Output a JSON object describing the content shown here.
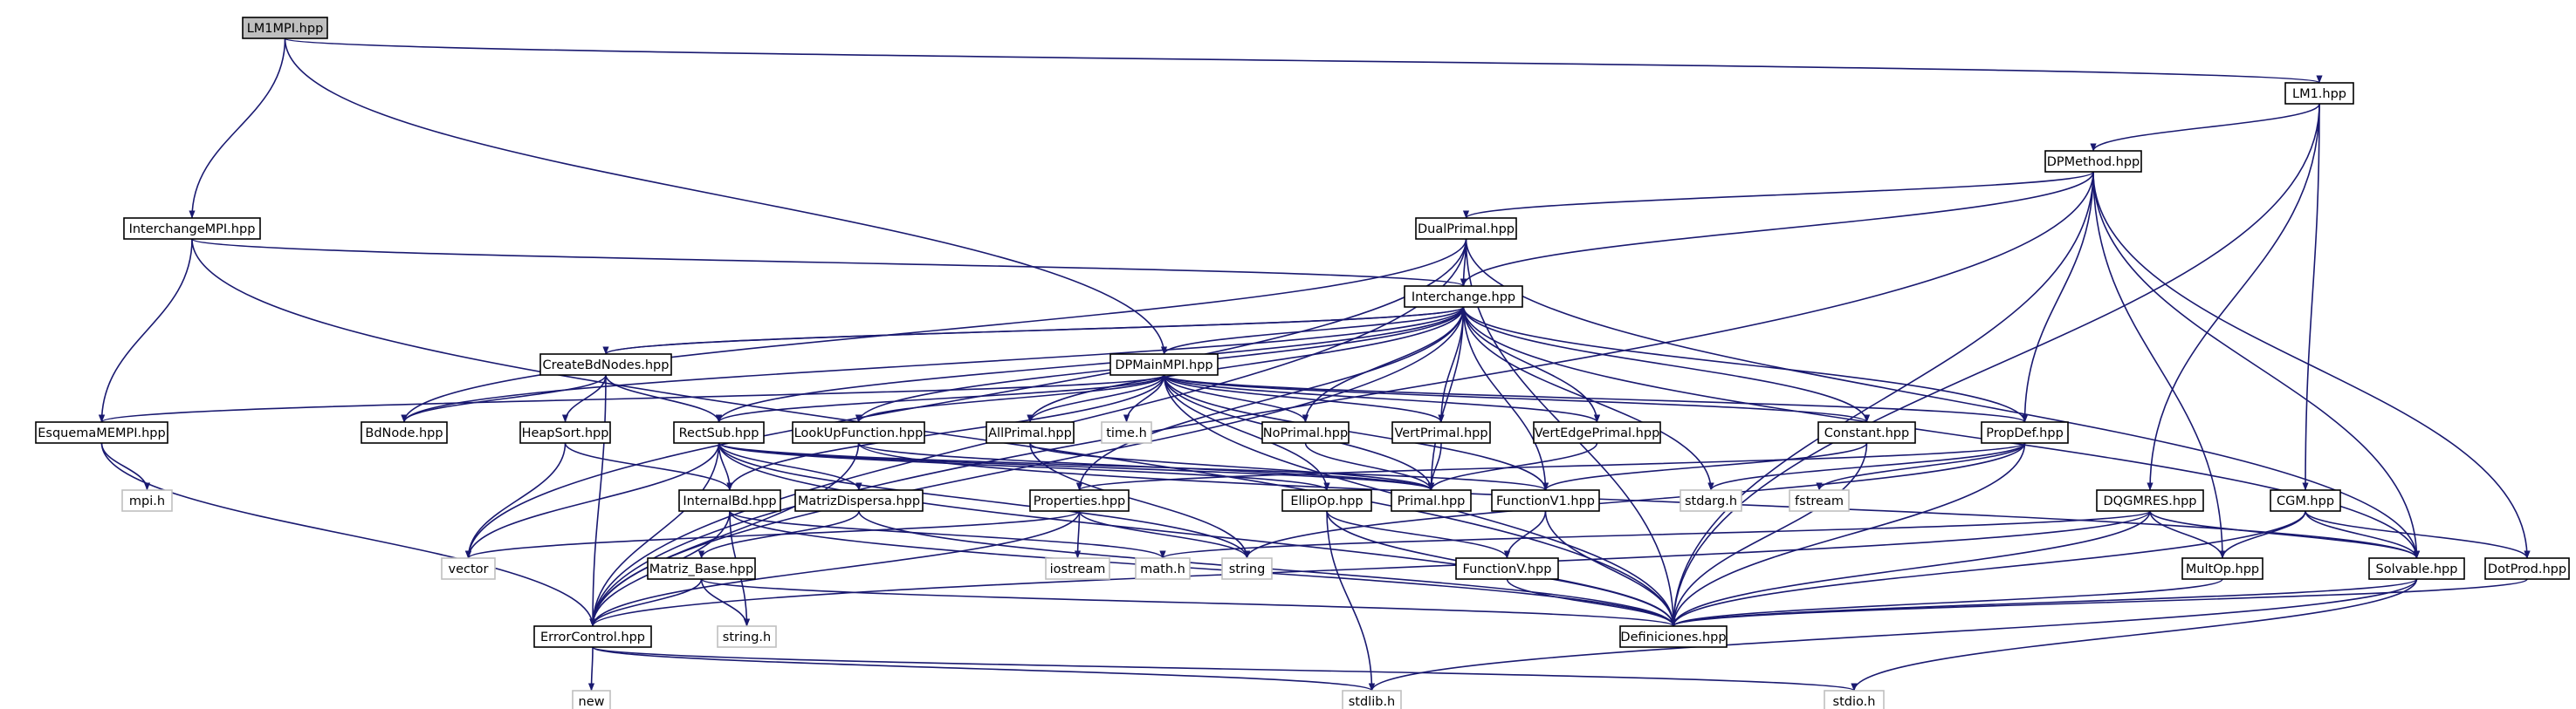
{
  "colors": {
    "edge": "#191970",
    "focus_fill": "#bfbfbf",
    "focus_stroke": "#000000",
    "node_fill": "#ffffff",
    "node_stroke": "#000000",
    "external_stroke": "#bfbfbf",
    "text": "#000000",
    "external_text": "#000000"
  },
  "nodes": [
    {
      "id": "LM1MPI",
      "label": "LM1MPI.hpp",
      "kind": "focus"
    },
    {
      "id": "LM1",
      "label": "LM1.hpp",
      "kind": "file"
    },
    {
      "id": "InterchangeMPI",
      "label": "InterchangeMPI.hpp",
      "kind": "file"
    },
    {
      "id": "DPMethod",
      "label": "DPMethod.hpp",
      "kind": "file"
    },
    {
      "id": "DualPrimal",
      "label": "DualPrimal.hpp",
      "kind": "file"
    },
    {
      "id": "Interchange",
      "label": "Interchange.hpp",
      "kind": "file"
    },
    {
      "id": "CreateBdNodes",
      "label": "CreateBdNodes.hpp",
      "kind": "file"
    },
    {
      "id": "DPMainMPI",
      "label": "DPMainMPI.hpp",
      "kind": "file"
    },
    {
      "id": "EsquemaMEMPI",
      "label": "EsquemaMEMPI.hpp",
      "kind": "file"
    },
    {
      "id": "BdNode",
      "label": "BdNode.hpp",
      "kind": "file"
    },
    {
      "id": "HeapSort",
      "label": "HeapSort.hpp",
      "kind": "file"
    },
    {
      "id": "RectSub",
      "label": "RectSub.hpp",
      "kind": "file"
    },
    {
      "id": "LookUpFunction",
      "label": "LookUpFunction.hpp",
      "kind": "file"
    },
    {
      "id": "AllPrimal",
      "label": "AllPrimal.hpp",
      "kind": "file"
    },
    {
      "id": "timeh",
      "label": "time.h",
      "kind": "external"
    },
    {
      "id": "NoPrimal",
      "label": "NoPrimal.hpp",
      "kind": "file"
    },
    {
      "id": "VertPrimal",
      "label": "VertPrimal.hpp",
      "kind": "file"
    },
    {
      "id": "VertEdgePrimal",
      "label": "VertEdgePrimal.hpp",
      "kind": "file"
    },
    {
      "id": "Constant",
      "label": "Constant.hpp",
      "kind": "file"
    },
    {
      "id": "PropDef",
      "label": "PropDef.hpp",
      "kind": "file"
    },
    {
      "id": "mpih",
      "label": "mpi.h",
      "kind": "external"
    },
    {
      "id": "InternalBd",
      "label": "InternalBd.hpp",
      "kind": "file"
    },
    {
      "id": "MatrizDispersa",
      "label": "MatrizDispersa.hpp",
      "kind": "file"
    },
    {
      "id": "Properties",
      "label": "Properties.hpp",
      "kind": "file"
    },
    {
      "id": "EllipOp",
      "label": "EllipOp.hpp",
      "kind": "file"
    },
    {
      "id": "Primal",
      "label": "Primal.hpp",
      "kind": "file"
    },
    {
      "id": "FunctionV1",
      "label": "FunctionV1.hpp",
      "kind": "file"
    },
    {
      "id": "stdargh",
      "label": "stdarg.h",
      "kind": "external"
    },
    {
      "id": "fstream",
      "label": "fstream",
      "kind": "external"
    },
    {
      "id": "DQGMRES",
      "label": "DQGMRES.hpp",
      "kind": "file"
    },
    {
      "id": "CGM",
      "label": "CGM.hpp",
      "kind": "file"
    },
    {
      "id": "vector",
      "label": "vector",
      "kind": "external"
    },
    {
      "id": "iostream",
      "label": "iostream",
      "kind": "external"
    },
    {
      "id": "mathh",
      "label": "math.h",
      "kind": "external"
    },
    {
      "id": "string",
      "label": "string",
      "kind": "external"
    },
    {
      "id": "MultOp",
      "label": "MultOp.hpp",
      "kind": "file"
    },
    {
      "id": "Solvable",
      "label": "Solvable.hpp",
      "kind": "file"
    },
    {
      "id": "DotProd",
      "label": "DotProd.hpp",
      "kind": "file"
    },
    {
      "id": "MatrizBase",
      "label": "Matriz_Base.hpp",
      "kind": "file"
    },
    {
      "id": "FunctionV",
      "label": "FunctionV.hpp",
      "kind": "file"
    },
    {
      "id": "ErrorControl",
      "label": "ErrorControl.hpp",
      "kind": "file"
    },
    {
      "id": "stringh",
      "label": "string.h",
      "kind": "external"
    },
    {
      "id": "Definiciones",
      "label": "Definiciones.hpp",
      "kind": "file"
    },
    {
      "id": "new",
      "label": "new",
      "kind": "external"
    },
    {
      "id": "stdlibh",
      "label": "stdlib.h",
      "kind": "external"
    },
    {
      "id": "stdioh",
      "label": "stdio.h",
      "kind": "external"
    }
  ],
  "edges": [
    [
      "LM1MPI",
      "LM1"
    ],
    [
      "LM1MPI",
      "InterchangeMPI"
    ],
    [
      "LM1MPI",
      "DPMainMPI"
    ],
    [
      "LM1",
      "DPMethod"
    ],
    [
      "LM1",
      "Definiciones"
    ],
    [
      "LM1",
      "DQGMRES"
    ],
    [
      "LM1",
      "CGM"
    ],
    [
      "InterchangeMPI",
      "Interchange"
    ],
    [
      "InterchangeMPI",
      "EsquemaMEMPI"
    ],
    [
      "InterchangeMPI",
      "Definiciones"
    ],
    [
      "DPMethod",
      "DualPrimal"
    ],
    [
      "DPMethod",
      "Interchange"
    ],
    [
      "DPMethod",
      "PropDef"
    ],
    [
      "DPMethod",
      "MultOp"
    ],
    [
      "DPMethod",
      "Solvable"
    ],
    [
      "DPMethod",
      "DotProd"
    ],
    [
      "DPMethod",
      "Definiciones"
    ],
    [
      "DPMethod",
      "ErrorControl"
    ],
    [
      "DualPrimal",
      "Interchange"
    ],
    [
      "DualPrimal",
      "BdNode"
    ],
    [
      "DualPrimal",
      "vector"
    ],
    [
      "DualPrimal",
      "ErrorControl"
    ],
    [
      "DualPrimal",
      "Definiciones"
    ],
    [
      "DualPrimal",
      "Solvable"
    ],
    [
      "Interchange",
      "CreateBdNodes"
    ],
    [
      "Interchange",
      "BdNode"
    ],
    [
      "Interchange",
      "RectSub"
    ],
    [
      "Interchange",
      "LookUpFunction"
    ],
    [
      "Interchange",
      "AllPrimal"
    ],
    [
      "Interchange",
      "NoPrimal"
    ],
    [
      "Interchange",
      "VertPrimal"
    ],
    [
      "Interchange",
      "VertEdgePrimal"
    ],
    [
      "Interchange",
      "Constant"
    ],
    [
      "Interchange",
      "PropDef"
    ],
    [
      "Interchange",
      "Properties"
    ],
    [
      "Interchange",
      "Primal"
    ],
    [
      "Interchange",
      "FunctionV1"
    ],
    [
      "Interchange",
      "Solvable"
    ],
    [
      "Interchange",
      "ErrorControl"
    ],
    [
      "Interchange",
      "stdargh"
    ],
    [
      "CreateBdNodes",
      "Interchange"
    ],
    [
      "CreateBdNodes",
      "BdNode"
    ],
    [
      "CreateBdNodes",
      "HeapSort"
    ],
    [
      "CreateBdNodes",
      "RectSub"
    ],
    [
      "CreateBdNodes",
      "ErrorControl"
    ],
    [
      "DPMainMPI",
      "Interchange"
    ],
    [
      "DPMainMPI",
      "EsquemaMEMPI"
    ],
    [
      "DPMainMPI",
      "RectSub"
    ],
    [
      "DPMainMPI",
      "LookUpFunction"
    ],
    [
      "DPMainMPI",
      "AllPrimal"
    ],
    [
      "DPMainMPI",
      "timeh"
    ],
    [
      "DPMainMPI",
      "NoPrimal"
    ],
    [
      "DPMainMPI",
      "VertPrimal"
    ],
    [
      "DPMainMPI",
      "VertEdgePrimal"
    ],
    [
      "DPMainMPI",
      "Constant"
    ],
    [
      "DPMainMPI",
      "PropDef"
    ],
    [
      "DPMainMPI",
      "InternalBd"
    ],
    [
      "DPMainMPI",
      "EllipOp"
    ],
    [
      "DPMainMPI",
      "Primal"
    ],
    [
      "DPMainMPI",
      "FunctionV1"
    ],
    [
      "DPMainMPI",
      "Definiciones"
    ],
    [
      "EsquemaMEMPI",
      "mpih"
    ],
    [
      "EsquemaMEMPI",
      "ErrorControl"
    ],
    [
      "HeapSort",
      "InternalBd"
    ],
    [
      "HeapSort",
      "vector"
    ],
    [
      "RectSub",
      "InternalBd"
    ],
    [
      "RectSub",
      "MatrizDispersa"
    ],
    [
      "RectSub",
      "EllipOp"
    ],
    [
      "RectSub",
      "Primal"
    ],
    [
      "RectSub",
      "FunctionV1"
    ],
    [
      "RectSub",
      "vector"
    ],
    [
      "RectSub",
      "string"
    ],
    [
      "RectSub",
      "ErrorControl"
    ],
    [
      "RectSub",
      "Definiciones"
    ],
    [
      "LookUpFunction",
      "Primal"
    ],
    [
      "LookUpFunction",
      "ErrorControl"
    ],
    [
      "LookUpFunction",
      "Solvable"
    ],
    [
      "AllPrimal",
      "Primal"
    ],
    [
      "AllPrimal",
      "string"
    ],
    [
      "NoPrimal",
      "Primal"
    ],
    [
      "VertPrimal",
      "Primal"
    ],
    [
      "VertEdgePrimal",
      "Primal"
    ],
    [
      "Constant",
      "FunctionV1"
    ],
    [
      "Constant",
      "Definiciones"
    ],
    [
      "PropDef",
      "Properties"
    ],
    [
      "PropDef",
      "fstream"
    ],
    [
      "PropDef",
      "string"
    ],
    [
      "PropDef",
      "Definiciones"
    ],
    [
      "PropDef",
      "stdargh"
    ],
    [
      "InternalBd",
      "mathh"
    ],
    [
      "InternalBd",
      "stringh"
    ],
    [
      "InternalBd",
      "ErrorControl"
    ],
    [
      "InternalBd",
      "Definiciones"
    ],
    [
      "MatrizDispersa",
      "MatrizBase"
    ],
    [
      "MatrizDispersa",
      "Definiciones"
    ],
    [
      "Properties",
      "vector"
    ],
    [
      "Properties",
      "iostream"
    ],
    [
      "Properties",
      "string"
    ],
    [
      "Properties",
      "ErrorControl"
    ],
    [
      "EllipOp",
      "FunctionV"
    ],
    [
      "EllipOp",
      "stdlibh"
    ],
    [
      "EllipOp",
      "Definiciones"
    ],
    [
      "FunctionV1",
      "FunctionV"
    ],
    [
      "FunctionV1",
      "Definiciones"
    ],
    [
      "DQGMRES",
      "MultOp"
    ],
    [
      "DQGMRES",
      "Solvable"
    ],
    [
      "DQGMRES",
      "mathh"
    ],
    [
      "DQGMRES",
      "Definiciones"
    ],
    [
      "DQGMRES",
      "ErrorControl"
    ],
    [
      "CGM",
      "MultOp"
    ],
    [
      "CGM",
      "Solvable"
    ],
    [
      "CGM",
      "DotProd"
    ],
    [
      "CGM",
      "Definiciones"
    ],
    [
      "MultOp",
      "Definiciones"
    ],
    [
      "Solvable",
      "Definiciones"
    ],
    [
      "Solvable",
      "stdlibh"
    ],
    [
      "Solvable",
      "stdioh"
    ],
    [
      "DotProd",
      "Definiciones"
    ],
    [
      "MatrizBase",
      "stringh"
    ],
    [
      "MatrizBase",
      "ErrorControl"
    ],
    [
      "MatrizBase",
      "Definiciones"
    ],
    [
      "FunctionV",
      "Definiciones"
    ],
    [
      "ErrorControl",
      "new"
    ],
    [
      "ErrorControl",
      "stdlibh"
    ],
    [
      "ErrorControl",
      "stdioh"
    ]
  ]
}
